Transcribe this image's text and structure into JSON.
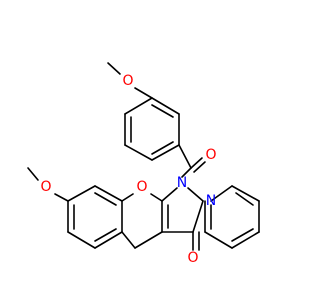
{
  "colors": {
    "bond": "#000000",
    "oxygen": "#ff0000",
    "nitrogen": "#0000ff",
    "background": "#ffffff"
  },
  "atoms": {
    "o_methoxy_top": "O",
    "o_carbonyl_benzoyl": "O",
    "o_methoxy_left": "O",
    "o_ring": "O",
    "n1": "N",
    "n2": "N",
    "o_carbonyl_ring": "O"
  }
}
